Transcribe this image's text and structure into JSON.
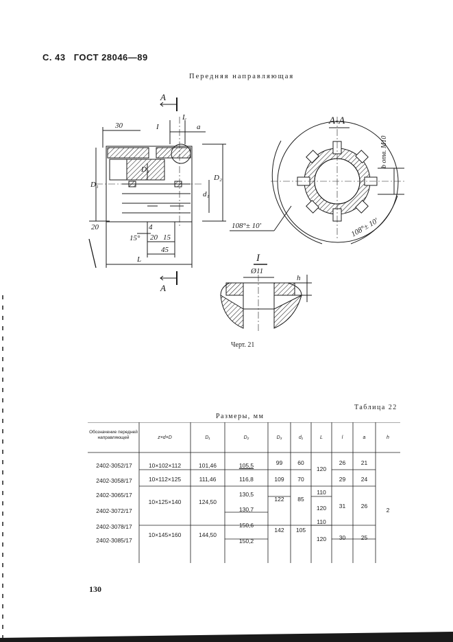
{
  "header": {
    "page": "С. 43",
    "standard": "ГОСТ 28046—89"
  },
  "subtitle": "Передняя направляющая",
  "drawing": {
    "section_label_a": "А",
    "section_aa": "А-А",
    "detail_label": "I",
    "dims": {
      "d30": "30",
      "l": "L",
      "a": "a",
      "I": "I",
      "D1": "D₁",
      "D3": "D₃",
      "d1": "d₁",
      "D2": "D₂",
      "d20": "20",
      "d15deg": "15°",
      "d4": "4",
      "d20b": "20",
      "d15": "15",
      "d45": "45",
      "L": "L",
      "angle1": "108°± 10'",
      "angle2": "108°± 10'",
      "holes": "b отв. М10",
      "phi11": "Ø11",
      "h": "h"
    }
  },
  "figure_caption": "Черт. 21",
  "table": {
    "label": "Таблица 22",
    "sizes_label": "Размеры, мм",
    "headers": [
      "Обозначение передней направляющей",
      "z×d×D",
      "D₁",
      "D₂",
      "D₃",
      "d₁",
      "L",
      "l",
      "a",
      "h"
    ],
    "rows": [
      {
        "code": "2402-3052/17",
        "zdD": "10×102×112",
        "D1": "101,46",
        "D2": "105,5",
        "D3": "99",
        "d1": "60",
        "L": "120",
        "l": "26",
        "a": "21"
      },
      {
        "code": "2402-3058/17",
        "zdD": "10×112×125",
        "D1": "111,46",
        "D2": "116,8",
        "D3": "109",
        "d1": "70",
        "L": "",
        "l": "29",
        "a": "24"
      },
      {
        "code": "2402-3065/17",
        "zdD": "10×125×140",
        "D1": "124,50",
        "D2": "130,5",
        "D3": "122",
        "d1": "85",
        "L": "110",
        "l": "31",
        "a": "26"
      },
      {
        "code": "2402-3072/17",
        "zdD": "",
        "D1": "",
        "D2": "130,7",
        "D3": "",
        "d1": "",
        "L": "120",
        "l": "",
        "a": ""
      },
      {
        "code": "2402-3078/17",
        "zdD": "10×145×160",
        "D1": "144,50",
        "D2": "150,6",
        "D3": "142",
        "d1": "105",
        "L": "110",
        "l": "",
        "a": ""
      },
      {
        "code": "2402-3085/17",
        "zdD": "",
        "D1": "",
        "D2": "150,2",
        "D3": "",
        "d1": "",
        "L": "120",
        "l": "30",
        "a": "25"
      }
    ],
    "h_value": "2"
  },
  "page_number": "130"
}
